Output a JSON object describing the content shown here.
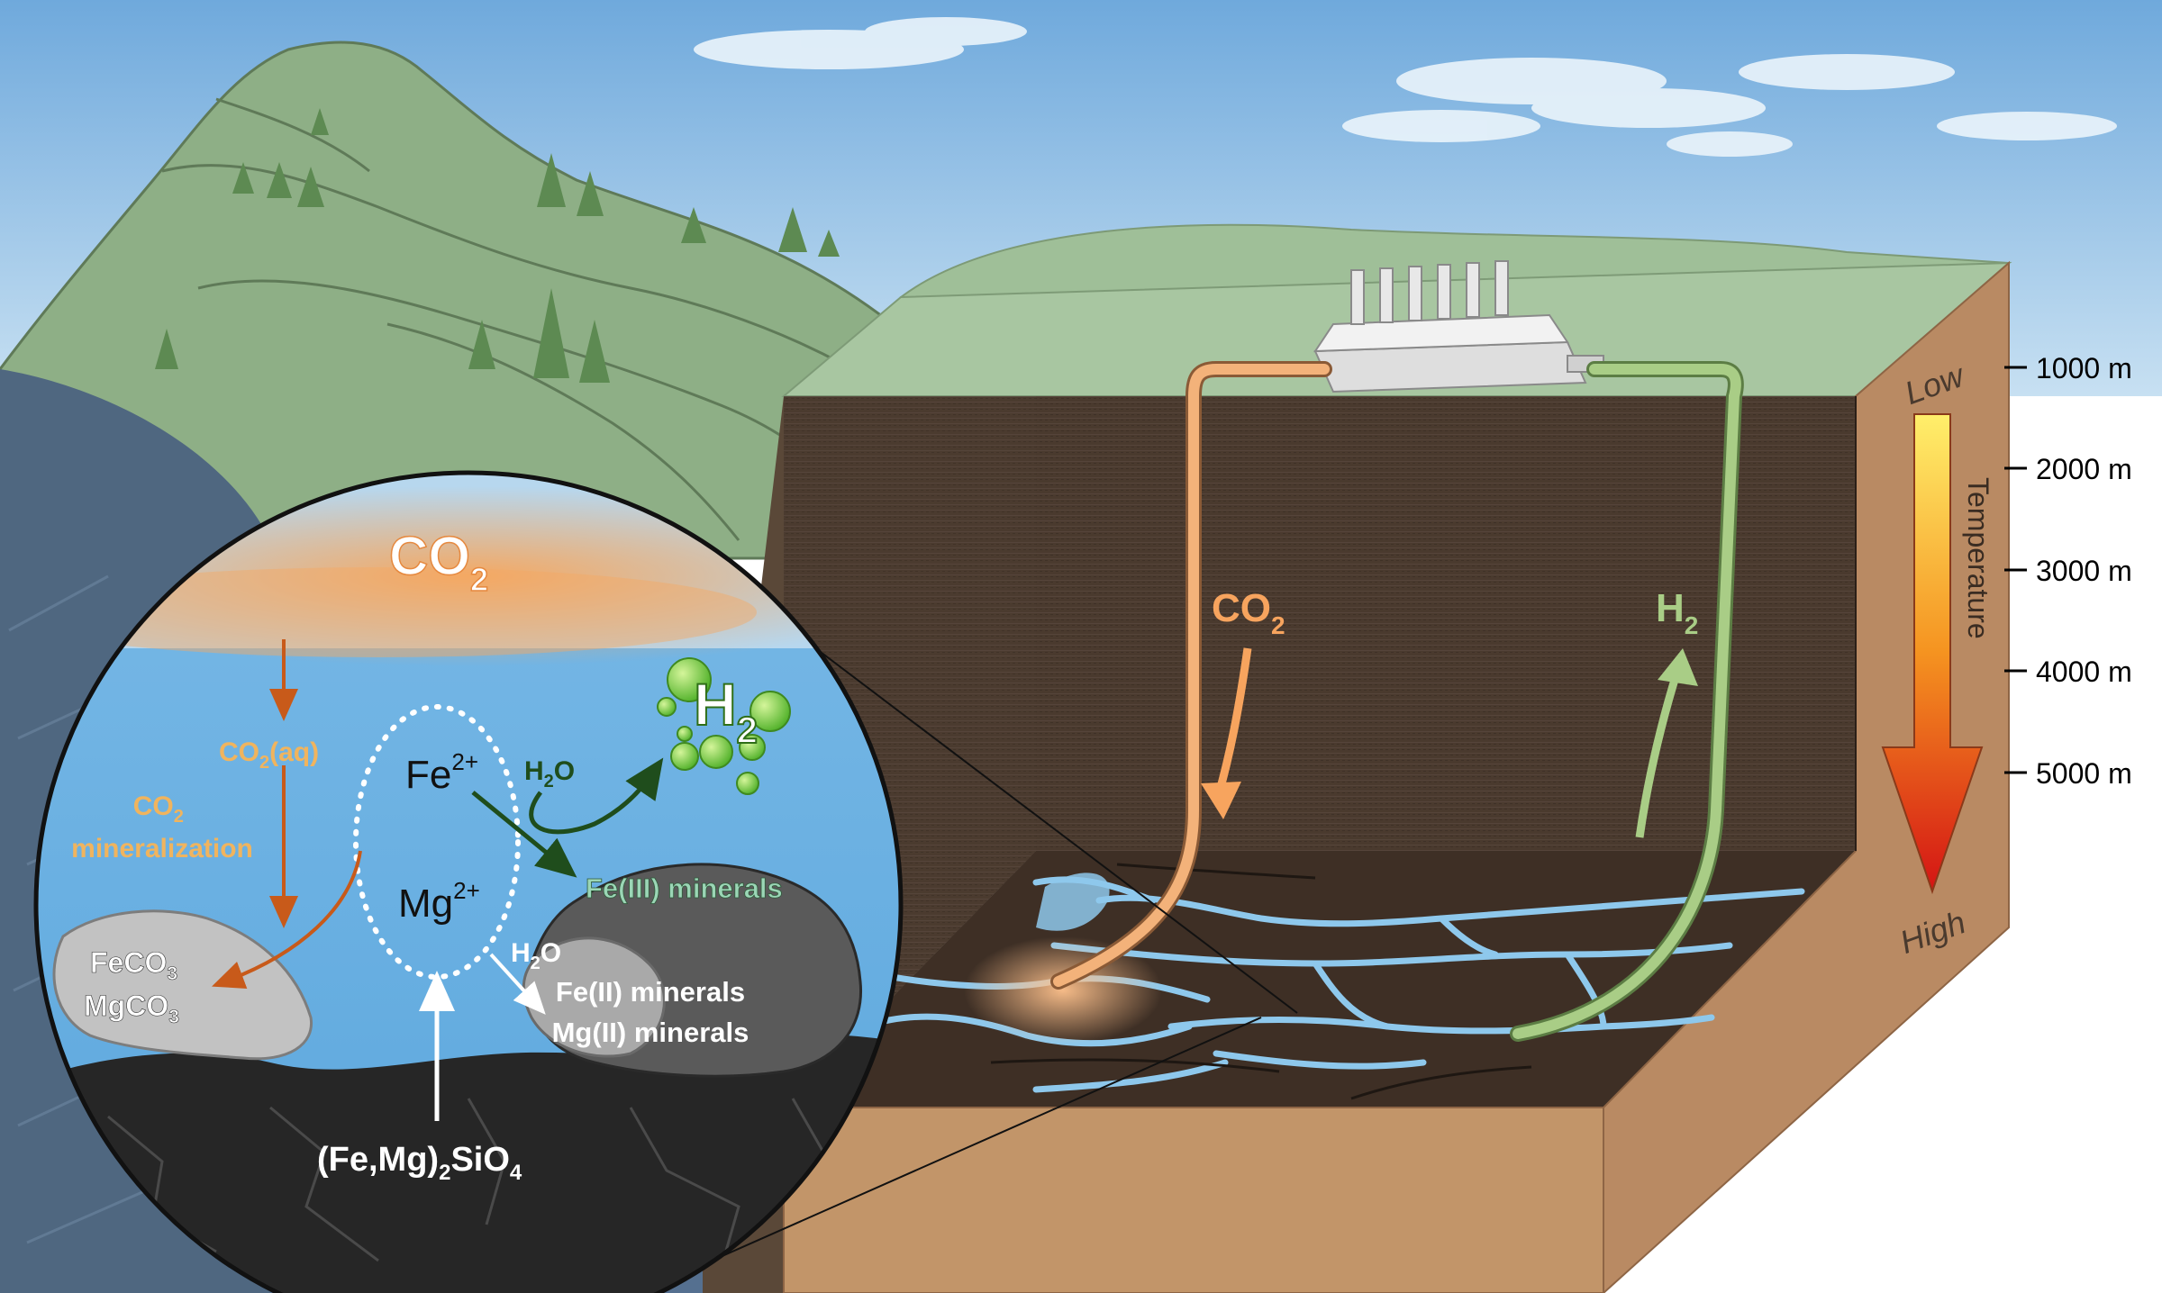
{
  "colors": {
    "sky": "#8fc0e6",
    "hill": "#9cb796",
    "rock": "#4f6780",
    "soil_top": "#4a3a2e",
    "soil_side": "#b98a63",
    "water": "#8ec8ec",
    "co2": "#f3b27a",
    "co2_label": "#f7a45e",
    "h2": "#a9cd86",
    "fe3": "#9bd6b6",
    "arrow_orange": "#c85a1a",
    "arrow_green": "#1f4d1c"
  },
  "inset": {
    "co2_top": {
      "main": "CO",
      "sub": "2"
    },
    "co2_aq": {
      "main": "CO",
      "sub": "2",
      "rest": "(aq)"
    },
    "co2_mineralization": {
      "line1_main": "CO",
      "line1_sub": "2",
      "line2": "mineralization"
    },
    "fe2": {
      "main": "Fe",
      "sup": "2+"
    },
    "mg2": {
      "main": "Mg",
      "sup": "2+"
    },
    "h2o_upper": {
      "main": "H",
      "sub": "2",
      "rest": "O"
    },
    "h2o_lower": {
      "main": "H",
      "sub": "2",
      "rest": "O"
    },
    "h2_bubbles": {
      "main": "H",
      "sub": "2"
    },
    "fe3_minerals": "Fe(III) minerals",
    "fe2_minerals": "Fe(II) minerals",
    "mg2_minerals": "Mg(II) minerals",
    "feco3": {
      "main": "FeCO",
      "sub": "3"
    },
    "mgco3": {
      "main": "MgCO",
      "sub": "3"
    },
    "olivine": {
      "p1": "(Fe,Mg)",
      "s1": "2",
      "p2": "SiO",
      "s2": "4"
    }
  },
  "block": {
    "co2_pipe_label": {
      "main": "CO",
      "sub": "2"
    },
    "h2_pipe_label": {
      "main": "H",
      "sub": "2"
    }
  },
  "scale": {
    "depths": [
      "1000 m",
      "2000 m",
      "3000 m",
      "4000 m",
      "5000 m"
    ],
    "temperature_label": "Temperature",
    "low_label": "Low",
    "high_label": "High"
  }
}
